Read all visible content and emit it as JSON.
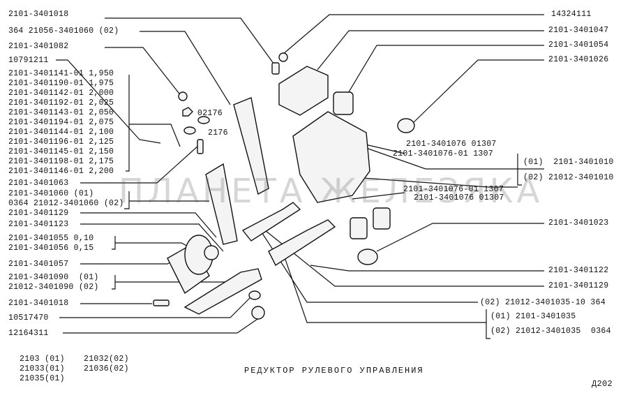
{
  "title": "РЕДУКТОР РУЛЕВОГО УПРАВЛЕНИЯ",
  "page_code": "Д202",
  "watermark": "ПЛАНЕТА ЖЕЛЕЗЯКА",
  "models": {
    "col1": [
      "2103 (01)",
      "21033(01)",
      "21035(01)"
    ],
    "col2": [
      "21032(02)",
      "21036(02)"
    ]
  },
  "left_labels": [
    "2101-3401018",
    "364 21056-3401060 (02)",
    "2101-3401082",
    "10791211",
    "2101-3401141-01 1,950",
    "2101-3401190-01 1,975",
    "2101-3401142-01 2,000",
    "2101-3401192-01 2,025",
    "2101-3401143-01 2,050",
    "2101-3401194-01 2,075",
    "2101-3401144-01 2,100",
    "2101-3401196-01 2,125",
    "2101-3401145-01 2,150",
    "2101-3401198-01 2,175",
    "2101-3401146-01 2,200",
    "2101-3401063",
    "2101-3401060 (01)",
    "0364 21012-3401060 (02)",
    "2101-3401129",
    "2101-3401123",
    "2101-3401055 0,10",
    "2101-3401056 0,15",
    "2101-3401057",
    "2101-3401090  (01)",
    "21012-3401090 (02)",
    "2101-3401018",
    "10517470",
    "12164311"
  ],
  "right_labels": [
    "14324111",
    "2101-3401047",
    "2101-3401054",
    "2101-3401026",
    "(01)  2101-3401010",
    "(02) 21012-3401010",
    "2101-3401023",
    "2101-3401122",
    "2101-3401129",
    "(02) 21012-3401035-10 364",
    "(01) 2101-3401035",
    "(02) 21012-3401035  0364"
  ],
  "center_labels": [
    "02176",
    "2176",
    "2101-3401076 01307",
    "2101-3401076-01 1307",
    "2101-3401076-01 1307",
    "2101-3401076 01307"
  ]
}
